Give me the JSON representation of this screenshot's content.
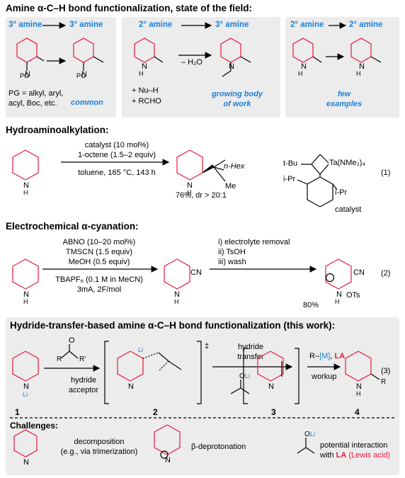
{
  "section1": {
    "title": "Amine α-C–H bond functionalization, state of the field:",
    "box1": {
      "from": "3° amine",
      "to": "3° amine",
      "pg_note": "PG = alkyl, aryl,\nacyl, Boc, etc.",
      "status": "common"
    },
    "box2": {
      "from": "2° amine",
      "to": "3° amine",
      "cond": "– H₂O",
      "reagent1": "+ Nu–H",
      "reagent2": "+ RCHO",
      "status": "growing body\nof work"
    },
    "box3": {
      "from": "2° amine",
      "to": "2° amine",
      "status": "few\nexamples"
    }
  },
  "section2": {
    "title": "Hydroaminoalkylation:",
    "cond1": "catalyst (10 mol%)",
    "cond2": "1-octene (1.5–2 equiv)",
    "cond3": "toluene, 165 °C, 143 h",
    "yield": "76%, dr > 20:1",
    "substituent_hex": "n-Hex",
    "substituent_me": "Me",
    "catalyst_label": "catalyst",
    "cat_tbu": "t-Bu",
    "cat_metal": "Ta(NMe₂)₄",
    "cat_ipr": "i-Pr",
    "eq": "(1)"
  },
  "section3": {
    "title": "Electrochemical α-cyanation:",
    "cond1": "ABNO (10–20 mol%)",
    "cond2": "TMSCN (1.5 equiv)",
    "cond3": "MeOH (0.5 equiv)",
    "cond4": "TBAPF₆ (0.1 M in MeCN)",
    "cond5": "3mA, 2F/mol",
    "step1": "i)  electrolyte removal",
    "step2": "ii) TsOH",
    "step3": "iii) wash",
    "yield": "80%",
    "cn": "CN",
    "ots": "OTs",
    "eq": "(2)"
  },
  "section4": {
    "title": "Hydride-transfer-based amine α-C–H bond functionalization (this work):",
    "acceptor": "hydride\nacceptor",
    "transfer": "hydride\ntransfer",
    "reagent_prefix": "R–",
    "reagent_m": "[M]",
    "reagent_la": "LA",
    "workup": "workup",
    "c1": "1",
    "c2": "2",
    "c3": "3",
    "c4": "4",
    "dagger": "‡",
    "eq": "(3)"
  },
  "section5": {
    "title": "Challenges:",
    "c1": "decomposition\n(e.g., via trimerization)",
    "c2": "β-deprotonation",
    "c3_pre": "potential interaction\nwith ",
    "c3_la": "LA",
    "c3_post": " (Lewis acid)"
  },
  "colors": {
    "panel": "#ececec",
    "blue": "#1f7fd8",
    "red": "#e8173d"
  }
}
